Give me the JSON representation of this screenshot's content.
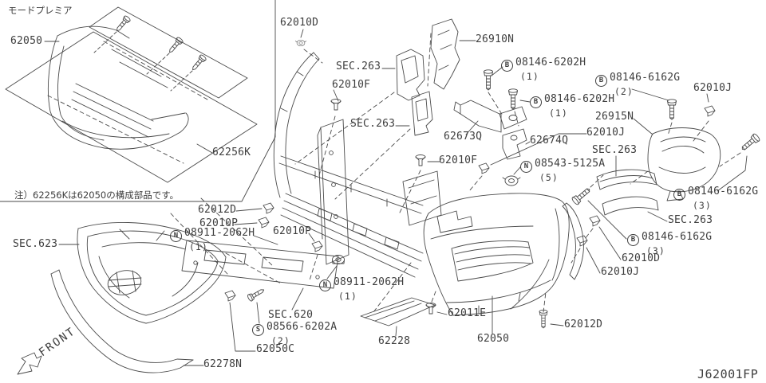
{
  "page": {
    "background": "#ffffff",
    "line_color": "#4a4a4a",
    "text_color": "#3e3e3e",
    "drawing_code": "J62001FP"
  },
  "inset": {
    "title": "モードプレミア",
    "note": "注）62256Kは62050の構成部品です。"
  },
  "front_marker": {
    "label": "FRONT"
  },
  "callouts": [
    {
      "id": "inset-62050",
      "text": "62050"
    },
    {
      "id": "inset-62256K",
      "text": "62256K"
    },
    {
      "id": "sec-623",
      "text": "SEC.623"
    },
    {
      "id": "62278N",
      "text": "62278N"
    },
    {
      "id": "62010D-a",
      "text": "62010D"
    },
    {
      "id": "sec-263-a",
      "text": "SEC.263"
    },
    {
      "id": "62010F-a",
      "text": "62010F"
    },
    {
      "id": "sec-263-b",
      "text": "SEC.263"
    },
    {
      "id": "26910N",
      "text": "26910N"
    },
    {
      "id": "08146-6202H-a",
      "prefix": "B",
      "text": "08146-6202H",
      "qty": "(1)"
    },
    {
      "id": "62673Q",
      "text": "62673Q"
    },
    {
      "id": "62010F-b",
      "text": "62010F"
    },
    {
      "id": "08146-6202H-b",
      "prefix": "B",
      "text": "08146-6202H",
      "qty": "(1)"
    },
    {
      "id": "08146-6162G-a",
      "prefix": "B",
      "text": "08146-6162G",
      "qty": "(2)"
    },
    {
      "id": "62010J-a",
      "text": "62010J"
    },
    {
      "id": "26915N",
      "text": "26915N"
    },
    {
      "id": "62674Q",
      "text": "62674Q"
    },
    {
      "id": "62010J-b",
      "text": "62010J"
    },
    {
      "id": "sec-263-c",
      "text": "SEC.263"
    },
    {
      "id": "08543-5125A",
      "prefix": "N",
      "text": "08543-5125A",
      "qty": "(5)"
    },
    {
      "id": "08146-6162G-b",
      "prefix": "B",
      "text": "08146-6162G",
      "qty": "(3)"
    },
    {
      "id": "sec-263-d",
      "text": "SEC.263"
    },
    {
      "id": "08146-6162G-c",
      "prefix": "B",
      "text": "08146-6162G",
      "qty": "(3)"
    },
    {
      "id": "62010D-b",
      "text": "62010D"
    },
    {
      "id": "62010J-c",
      "text": "62010J"
    },
    {
      "id": "62012D-a",
      "text": "62012D"
    },
    {
      "id": "62010P-a",
      "text": "62010P"
    },
    {
      "id": "08911-2062H-a",
      "prefix": "N",
      "text": "08911-2062H",
      "qty": "(1)"
    },
    {
      "id": "62010P-b",
      "text": "62010P"
    },
    {
      "id": "08911-2062H-b",
      "prefix": "N",
      "text": "08911-2062H",
      "qty": "(1)"
    },
    {
      "id": "sec-620",
      "text": "SEC.620"
    },
    {
      "id": "08566-6202A",
      "prefix": "S",
      "text": "08566-6202A",
      "qty": "(2)"
    },
    {
      "id": "62050C",
      "text": "62050C"
    },
    {
      "id": "62228",
      "text": "62228"
    },
    {
      "id": "62011E",
      "text": "62011E"
    },
    {
      "id": "62050",
      "text": "62050"
    },
    {
      "id": "62012D-b",
      "text": "62012D"
    }
  ]
}
